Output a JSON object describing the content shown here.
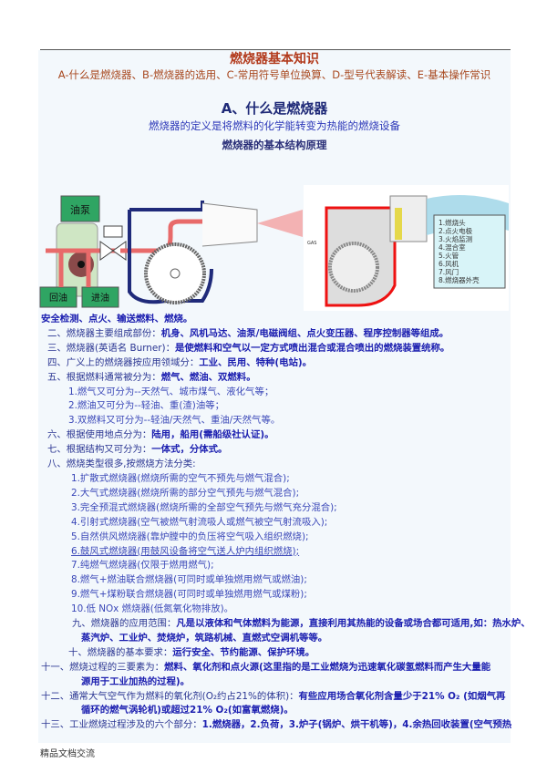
{
  "header": {
    "title": "燃烧器基本知识",
    "subtitle": "A-什么是燃烧器、B-燃烧器的选用、C-常用符号单位换算、D-型号代表解读、E-基本操作常识",
    "section_title": "A、什么是燃烧器",
    "definition": "燃烧器的定义是将燃料的化学能转变为热能的燃烧设备",
    "structure_title": "燃烧器的基本结构原理"
  },
  "diagram_left": {
    "pump": "油泵",
    "return_oil": "回油",
    "inlet_oil": "进油"
  },
  "diagram_right": {
    "gas_label": "GAS",
    "legend": [
      "1.燃烧头",
      "2.点火电极",
      "3.火焰监测",
      "4.混合室",
      "5.火管",
      "6.风机",
      "7.风门",
      "8.燃烧器外壳"
    ]
  },
  "lines": [
    {
      "label": "",
      "value": "安全检测、点火、输送燃料、燃烧。"
    },
    {
      "label": "二、燃烧器主要组成部份：",
      "value": "机身、风机马达、油泵/电磁阀组、点火变压器、程序控制器等组成。"
    },
    {
      "label": "三、燃烧器(英语名 Burner)：",
      "value": "是使燃料和空气以一定方式喷出混合或混合喷出的燃烧装置统称。"
    },
    {
      "label": "四、广义上的燃烧器按应用领域分：",
      "value": "工业、民用、特种(电站)。"
    },
    {
      "label": "五、根据燃料通常被分为：",
      "value": "燃气、燃油、双燃料。"
    },
    {
      "label": "1.燃气又可分为--天然气、城市煤气、液化气等；",
      "value": ""
    },
    {
      "label": "2.燃油又可分为--轻油、重(渣)油等；",
      "value": ""
    },
    {
      "label": "3.双燃料又可分为--轻油/天然气、重油/天然气等。",
      "value": ""
    },
    {
      "label": "六、根据使用地点分为：",
      "value": "陆用，船用(需船级社认证)。"
    },
    {
      "label": "七、根据结构又可分为：",
      "value": "一体式，分体式。"
    },
    {
      "label": "八、燃烧类型很多,按燃烧方法分类:",
      "value": ""
    },
    {
      "label": "1.扩散式燃烧器(燃烧所需的空气不预先与燃气混合);",
      "value": ""
    },
    {
      "label": "2.大气式燃烧器(燃烧所需的部分空气预先与燃气混合);",
      "value": ""
    },
    {
      "label": "3.完全预混式燃烧器(燃烧所需的全部空气预先与燃气充分混合);",
      "value": ""
    },
    {
      "label": "4.引射式燃烧器(空气被燃气射流吸人或燃气被空气射流吸入);",
      "value": ""
    },
    {
      "label": "5.自然供风燃烧器(靠炉膛中的负压将空气吸入组织燃烧);",
      "value": ""
    },
    {
      "label": "6.鼓风式燃烧器(用鼓风设备将空气送人炉内组织燃烧);",
      "value": ""
    },
    {
      "label": "7.纯燃气燃烧器(仅限于燃用燃气);",
      "value": ""
    },
    {
      "label": "8.燃气+燃油联合燃烧器(可同时或单独燃用燃气或燃油);",
      "value": ""
    },
    {
      "label": "9.燃气+煤粉联合燃烧器(可同时或单独燃用燃气或煤粉);",
      "value": ""
    },
    {
      "label": "10.低 NOx 燃烧器(低氮氧化物排放)。",
      "value": ""
    },
    {
      "label": "九、燃烧器的应用范围：",
      "value": "凡是以液体和气体燃料为能源，直接利用其热能的设备或场合都可适用,如：热水炉、"
    },
    {
      "label": "",
      "value": "蒸汽炉、工业炉、焚烧炉，筑路机械、直燃式空调机等等。"
    },
    {
      "label": "十、燃烧器的基本要求：",
      "value": "运行安全、节约能源、保护环境。"
    },
    {
      "label": "十一、燃烧过程的三要素为：",
      "value": "燃料、氧化剂和点火源(这里指的是工业燃烧为迅速氧化碳氢燃料而产生大量能"
    },
    {
      "label": "",
      "value": "源用于工业加热的过程)。"
    },
    {
      "label": "十二、通常大气空气作为燃料的氧化剂(O₂约占21%的体积)：",
      "value": "有些应用场合氧化剂含量少于21% O₂ (如烟气再"
    },
    {
      "label": "",
      "value": "循环的燃气涡轮机)或超过21% O₂(如富氧燃烧)。"
    },
    {
      "label": "十三、工业燃烧过程涉及的六个部分：",
      "value": "1.燃烧器，2.负荷，3.炉子(锅炉、烘干机等)，4.余热回收装置(空气预热"
    }
  ],
  "footer": "精品文档交流"
}
